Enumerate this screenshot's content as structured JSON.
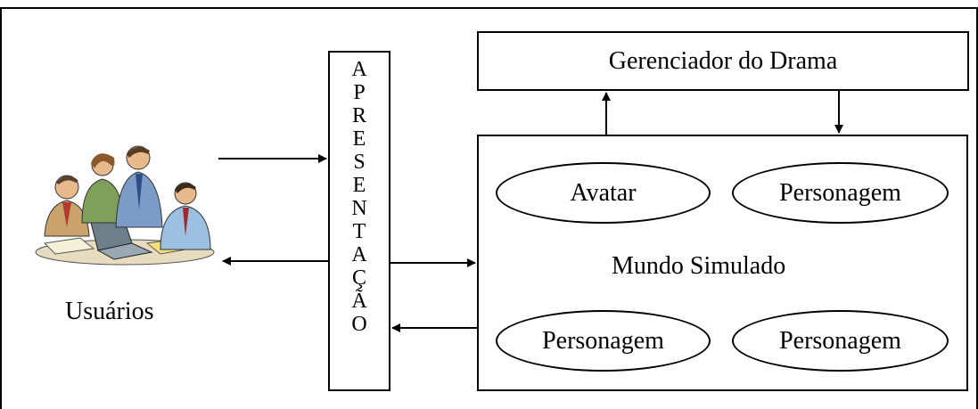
{
  "diagram": {
    "drama_manager_label": "Gerenciador do Drama",
    "presentation_letters": [
      "A",
      "P",
      "R",
      "E",
      "S",
      "E",
      "N",
      "T",
      "A",
      "Ç",
      "Ã",
      "O"
    ],
    "simulated_world_label": "Mundo Simulado",
    "avatar_label": "Avatar",
    "character_labels": [
      "Personagem",
      "Personagem",
      "Personagem"
    ],
    "users_label": "Usuários",
    "users_figure_icon": "people-at-laptop-clipart"
  }
}
